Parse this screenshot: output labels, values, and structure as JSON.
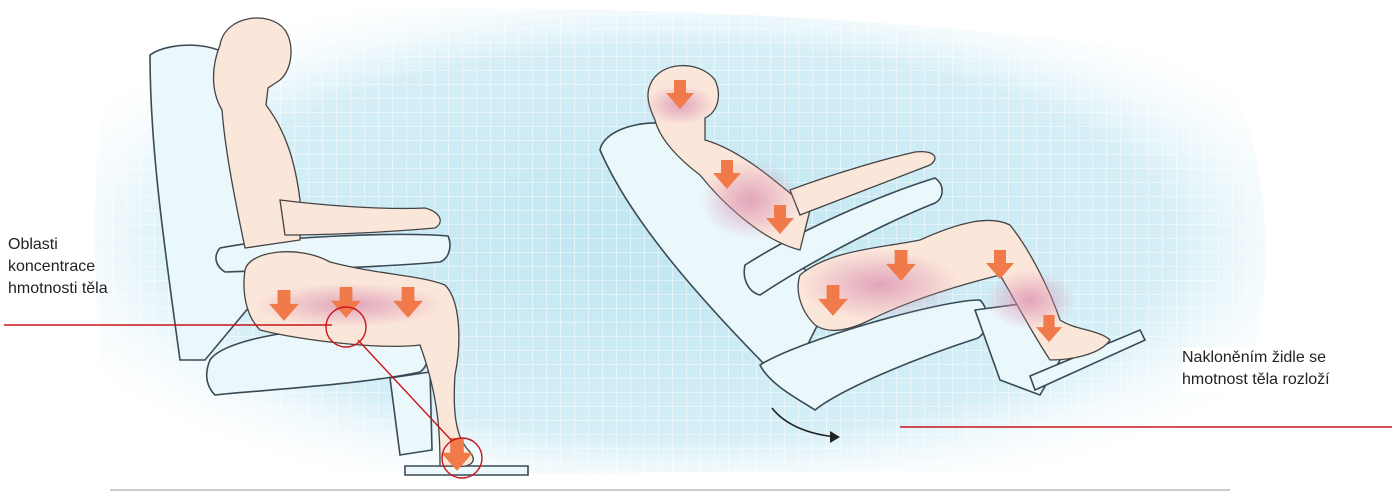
{
  "labels": {
    "left": [
      "Oblasti",
      "koncentrace",
      "hmotnosti těla"
    ],
    "right": [
      "Nakloněním židle se",
      "hmotnost těla rozloží"
    ]
  },
  "colors": {
    "background_tint": "#cfeef7",
    "grid": "#ffffff",
    "chair_fill": "#eaf8fb",
    "chair_stroke": "#3a4a55",
    "body_fill": "#fbe6da",
    "body_stroke": "#444444",
    "pressure_arrow": "#f07a4a",
    "pressure_glow": "#e9a6c0",
    "callout_line": "#c8161d"
  },
  "icons": {
    "pressure": "down-arrow-icon",
    "tilt": "curved-arrow-icon"
  }
}
